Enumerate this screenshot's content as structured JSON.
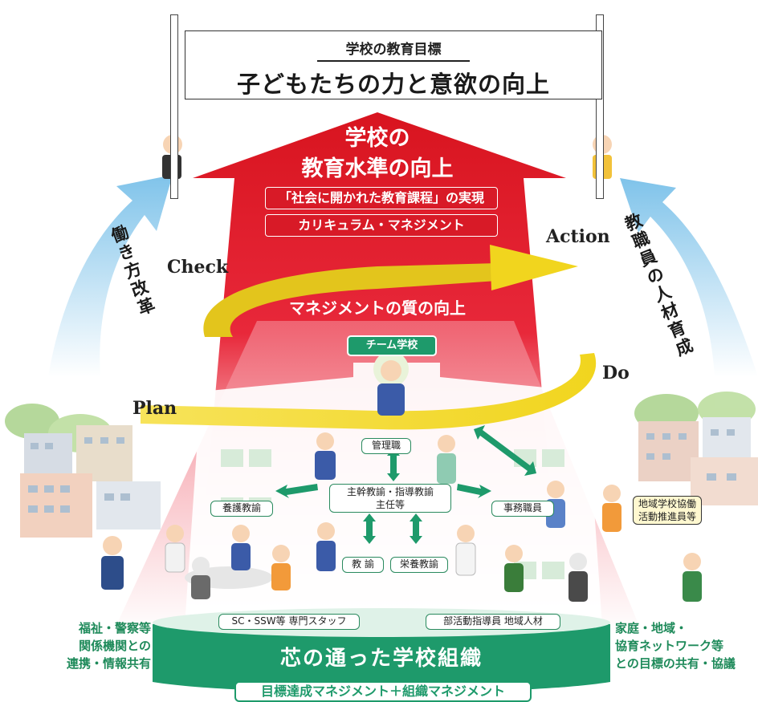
{
  "banner": {
    "subtitle": "学校の教育目標",
    "title": "子どもたちの力と意欲の向上"
  },
  "arrow": {
    "title_line1": "学校の",
    "title_line2": "教育水準の向上",
    "pill1": "「社会に開かれた教育課程」の実現",
    "pill2": "カリキュラム・マネジメント",
    "mid_text": "マネジメントの質の向上"
  },
  "cycle": {
    "check": "Check",
    "action": "Action",
    "plan": "Plan",
    "do": "Do"
  },
  "side_arrows": {
    "left": "働き方改革",
    "right": "教職員の人材育成"
  },
  "team": {
    "team_label": "チーム学校",
    "kanri": "管理職",
    "shukan_line1": "主幹教諭・指導教諭",
    "shukan_line2": "主任等",
    "yougo": "養護教諭",
    "jimu": "事務職員",
    "kyouyu": "教 諭",
    "eiyou": "栄養教諭",
    "sc_ssw": "SC・SSW等 専門スタッフ",
    "bukatsu": "部活動指導員 地域人材",
    "chiiki_line1": "地域学校協働",
    "chiiki_line2": "活動推進員等"
  },
  "left_note": [
    "福祉・警察等",
    "関係機関との",
    "連携・情報共有"
  ],
  "right_note": [
    "家庭・地域・",
    "協育ネットワーク等",
    "との目標の共有・協議"
  ],
  "base": {
    "title": "芯の通った学校組織",
    "subtitle": "目標達成マネジメント＋組織マネジメント"
  },
  "colors": {
    "red": "#e01e2a",
    "green": "#1e9a6b",
    "yellow": "#f3dc2c",
    "sky": "#7fc3ea"
  }
}
